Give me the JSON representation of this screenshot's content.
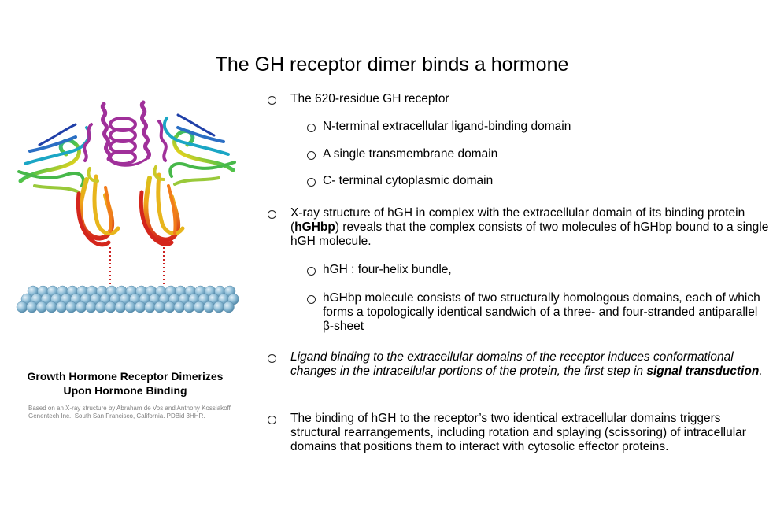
{
  "title": "The GH receptor dimer binds a hormone",
  "figure": {
    "credit_line1": "Based on an X-ray structure by Abraham de Vos and Anthony Kossiakoff",
    "credit_line2": "Genentech Inc., South San Francisco, California. PDBid 3HHR.",
    "caption_line1": "Growth Hormone Receptor Dimerizes",
    "caption_line2": "Upon Hormone Binding"
  },
  "bullets": {
    "b1": "The 620-residue GH receptor",
    "b1_sub1": "N-terminal extracellular ligand-binding domain",
    "b1_sub2": "A single transmembrane domain",
    "b1_sub3": "C- terminal cytoplasmic domain",
    "b2_pre": "X-ray structure of hGH in complex with the extracellular domain of its binding protein (",
    "b2_bold": "hGHbp",
    "b2_post": ") reveals that the complex consists of two molecules of hGHbp bound to a single hGH molecule.",
    "b2_sub1": "hGH : four-helix bundle,",
    "b2_sub2": "hGHbp molecule consists of two structurally homologous domains, each of which forms a topologically identical sandwich of a three- and four-stranded antiparallel β-sheet",
    "b3_pre": "Ligand binding to the extracellular domains of the receptor induces conformational changes in the intracellular portions of the protein, the first step in ",
    "b3_bold": "signal transduction",
    "b3_post": ".",
    "b4": "The binding of hGH to the receptor’s two identical extracellular domains triggers structural rearrangements, including rotation and splaying (scissoring) of intracellular domains that positions them to interact with cytosolic effector proteins."
  },
  "colors": {
    "hormone": "#a0309a",
    "membrane": "#7fb2cf",
    "link": "#cc2222"
  }
}
